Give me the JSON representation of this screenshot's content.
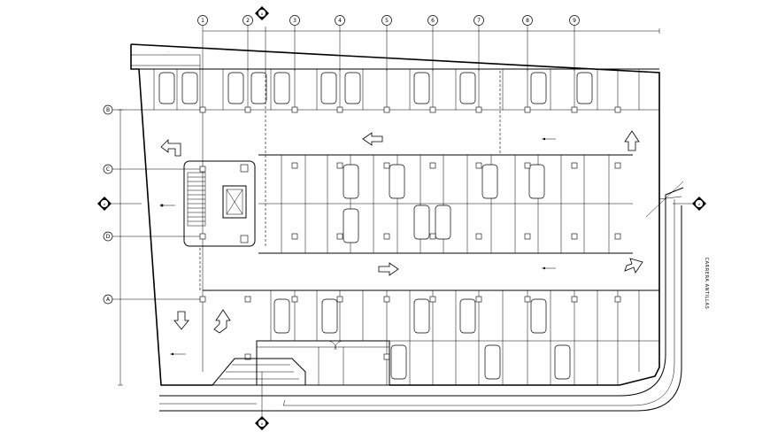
{
  "grid_axes_vertical": [
    "1",
    "2",
    "3",
    "4",
    "5",
    "6",
    "7",
    "8",
    "9"
  ],
  "grid_axes_horizontal": [
    "B",
    "C",
    "D",
    "A"
  ],
  "section_marker_label": "A",
  "street_label": "CARRERA ANTILLAS"
}
